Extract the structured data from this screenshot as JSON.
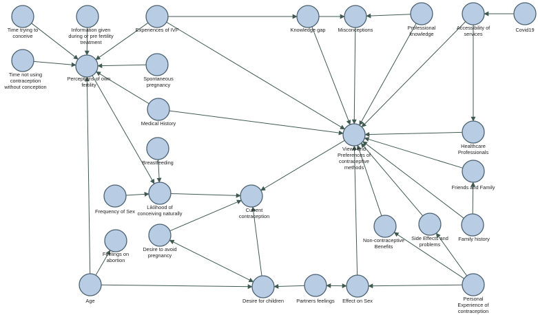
{
  "colors": {
    "node_fill": "#b8cce4",
    "node_stroke": "#4a6070",
    "edge": "#3f5a52",
    "text": "#222222"
  },
  "nodes": [
    {
      "id": "time_trying",
      "lines": [
        "Time trying to",
        "conceive"
      ]
    },
    {
      "id": "info_given",
      "lines": [
        "Information given",
        "during or pre fertility",
        "treatment"
      ]
    },
    {
      "id": "exp_ivf",
      "lines": [
        "Experiences of IVF"
      ]
    },
    {
      "id": "knowledge_gap",
      "lines": [
        "Knowledge gap"
      ]
    },
    {
      "id": "misconceptions",
      "lines": [
        "Misconceptions"
      ]
    },
    {
      "id": "prof_knowledge",
      "lines": [
        "Professional",
        "knowledge"
      ]
    },
    {
      "id": "accessibility",
      "lines": [
        "Accessibility of",
        "services"
      ]
    },
    {
      "id": "covid",
      "lines": [
        "Covid19"
      ]
    },
    {
      "id": "time_not_using",
      "lines": [
        "Time not using",
        "contraception",
        "without conception"
      ]
    },
    {
      "id": "perceptions",
      "lines": [
        "Perceptions of own",
        "fertility"
      ]
    },
    {
      "id": "spontaneous",
      "lines": [
        "Spontaneous",
        "pregnancy"
      ]
    },
    {
      "id": "medical_history",
      "lines": [
        "Medical History"
      ]
    },
    {
      "id": "views",
      "lines": [
        "Views and",
        "Preferences of",
        "contraceptive",
        "methods"
      ]
    },
    {
      "id": "healthcare",
      "lines": [
        "Healthcare",
        "Professionals"
      ]
    },
    {
      "id": "breastfeeding",
      "lines": [
        "Breastfeeding"
      ]
    },
    {
      "id": "friends_family",
      "lines": [
        "Friends and Family"
      ]
    },
    {
      "id": "freq_sex",
      "lines": [
        "Frequency of Sex"
      ]
    },
    {
      "id": "likelihood",
      "lines": [
        "Liklihood of",
        "conceiving naturally"
      ]
    },
    {
      "id": "current_contra",
      "lines": [
        "Current",
        "contraception"
      ]
    },
    {
      "id": "noncontra",
      "lines": [
        "Non-contraceptive",
        "Benefits"
      ]
    },
    {
      "id": "side_effects",
      "lines": [
        "Side Effects and",
        "problems"
      ]
    },
    {
      "id": "family_history",
      "lines": [
        "Family history"
      ]
    },
    {
      "id": "feelings_abortion",
      "lines": [
        "Feelings on",
        "abortion"
      ]
    },
    {
      "id": "desire_avoid",
      "lines": [
        "Desire to avoid",
        "pregnancy"
      ]
    },
    {
      "id": "age",
      "lines": [
        "Age"
      ]
    },
    {
      "id": "desire_children",
      "lines": [
        "Desire for children"
      ]
    },
    {
      "id": "partners",
      "lines": [
        "Partners feelings"
      ]
    },
    {
      "id": "effect_sex",
      "lines": [
        "Effect on Sex"
      ]
    },
    {
      "id": "personal_exp",
      "lines": [
        "Personal",
        "Experience of",
        "contraception"
      ]
    }
  ],
  "edges": [
    {
      "from": "time_trying",
      "to": "perceptions"
    },
    {
      "from": "info_given",
      "to": "perceptions"
    },
    {
      "from": "exp_ivf",
      "to": "perceptions"
    },
    {
      "from": "time_not_using",
      "to": "perceptions"
    },
    {
      "from": "spontaneous",
      "to": "perceptions"
    },
    {
      "from": "medical_history",
      "to": "perceptions"
    },
    {
      "from": "age",
      "to": "perceptions"
    },
    {
      "from": "exp_ivf",
      "to": "knowledge_gap"
    },
    {
      "from": "knowledge_gap",
      "to": "misconceptions"
    },
    {
      "from": "prof_knowledge",
      "to": "misconceptions"
    },
    {
      "from": "covid",
      "to": "accessibility"
    },
    {
      "from": "exp_ivf",
      "to": "views"
    },
    {
      "from": "knowledge_gap",
      "to": "views"
    },
    {
      "from": "misconceptions",
      "to": "views"
    },
    {
      "from": "prof_knowledge",
      "to": "views"
    },
    {
      "from": "accessibility",
      "to": "views"
    },
    {
      "from": "accessibility",
      "to": "healthcare"
    },
    {
      "from": "medical_history",
      "to": "views"
    },
    {
      "from": "healthcare",
      "to": "views"
    },
    {
      "from": "friends_family",
      "to": "views"
    },
    {
      "from": "family_history",
      "to": "views"
    },
    {
      "from": "family_history",
      "to": "friends_family"
    },
    {
      "from": "side_effects",
      "to": "views"
    },
    {
      "from": "noncontra",
      "to": "views"
    },
    {
      "from": "effect_sex",
      "to": "views"
    },
    {
      "from": "views",
      "to": "current_contra"
    },
    {
      "from": "perceptions",
      "to": "likelihood"
    },
    {
      "from": "breastfeeding",
      "to": "likelihood"
    },
    {
      "from": "freq_sex",
      "to": "likelihood"
    },
    {
      "from": "likelihood",
      "to": "current_contra"
    },
    {
      "from": "desire_avoid",
      "to": "current_contra"
    },
    {
      "from": "desire_children",
      "to": "current_contra"
    },
    {
      "from": "desire_children",
      "to": "desire_avoid",
      "bidirectional": true
    },
    {
      "from": "age",
      "to": "feelings_abortion"
    },
    {
      "from": "age",
      "to": "desire_children"
    },
    {
      "from": "partners",
      "to": "desire_children"
    },
    {
      "from": "effect_sex",
      "to": "partners",
      "bidirectional": true
    },
    {
      "from": "personal_exp",
      "to": "effect_sex"
    },
    {
      "from": "personal_exp",
      "to": "noncontra"
    },
    {
      "from": "personal_exp",
      "to": "side_effects"
    }
  ]
}
